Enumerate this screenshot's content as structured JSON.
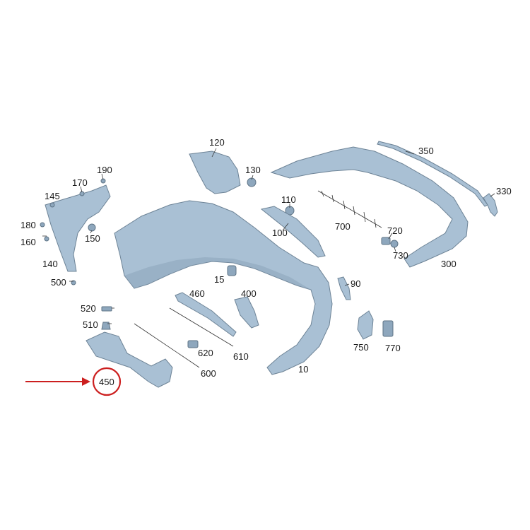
{
  "diagram": {
    "highlight_color": "#cc1f1f",
    "part_color": "#a9c0d4",
    "labels": {
      "p10": "10",
      "p15": "15",
      "p90": "90",
      "p100": "100",
      "p110": "110",
      "p120": "120",
      "p130": "130",
      "p140": "140",
      "p145": "145",
      "p150": "150",
      "p160": "160",
      "p170": "170",
      "p180": "180",
      "p190": "190",
      "p300": "300",
      "p330": "330",
      "p350": "350",
      "p400": "400",
      "p450": "450",
      "p460": "460",
      "p500": "500",
      "p510": "510",
      "p520": "520",
      "p600": "600",
      "p610": "610",
      "p620": "620",
      "p700": "700",
      "p720": "720",
      "p730": "730",
      "p750": "750",
      "p770": "770"
    }
  }
}
